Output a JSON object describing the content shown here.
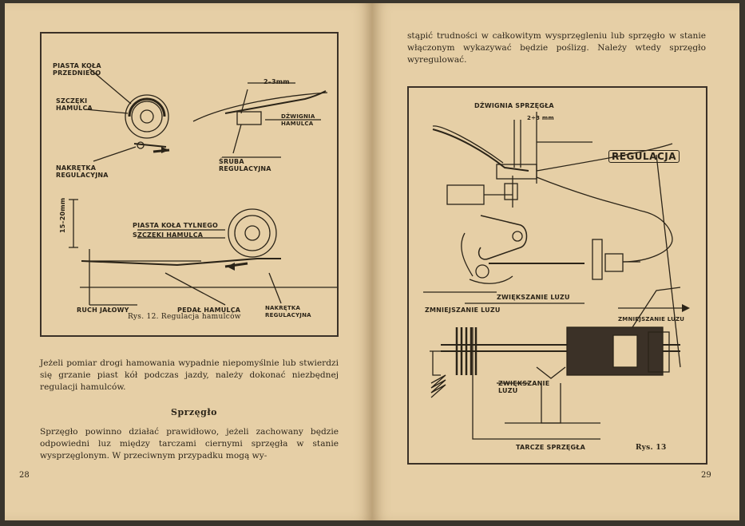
{
  "left_page": {
    "figure": {
      "labels": {
        "front_hub": "PIASTA KOŁA PRZEDNIEGO",
        "brake_shoes": "SZCZĘKI HAMULCA",
        "adjusting_nut": "NAKRĘTKA REGULACYJNA",
        "gap": "2–3mm",
        "lever": "DŹWIGNIA HAMULCA",
        "adjusting_screw": "ŚRUBA REGULACYJNA",
        "pedal_travel": "15–20mm",
        "rear_hub": "PIASTA KOŁA TYLNEGO",
        "rear_brake_shoes": "SZCZĘKI HAMULCA",
        "idle_travel": "RUCH JAŁOWY",
        "brake_pedal": "PEDAŁ HAMULCA",
        "rear_adjusting_nut": "NAKRĘTKA REGULACYJNA"
      },
      "caption": "Rys. 12. Regulacja hamulców"
    },
    "paragraph1": "Jeżeli pomiar drogi hamowania wypadnie niepomyślnie lub stwierdzi się grzanie piast kół podczas jazdy, należy dokonać niezbędnej regulacji hamulców.",
    "section_heading": "Sprzęgło",
    "paragraph2": "Sprzęgło powinno działać prawidłowo, jeżeli zachowany będzie odpowiedni luz między tarczami ciernymi sprzęgła w stanie wysprzęglonym. W przeciwnym przypadku mogą wy-",
    "page_number": "28"
  },
  "right_page": {
    "paragraph": "stąpić trudności w całkowitym wysprzęgleniu lub sprzęgło w stanie włączonym wykazywać będzie poślizg. Należy wtedy sprzęgło wyregulować.",
    "figure": {
      "labels": {
        "clutch_lever": "DŹWIGNIA SPRZĘGŁA",
        "gap": "2÷3 mm",
        "adjustment": "REGULACJA",
        "increase_play": "ZWIĘKSZANIE LUZU",
        "decrease_play": "ZMNIEJSZANIE LUZU",
        "decrease_play_right": "ZMNIEJSZANIE LUZU",
        "increase_play_bottom": "ZWIĘKSZANIE LUZU",
        "clutch_discs": "TARCZE SPRZĘGŁA"
      },
      "caption": "Rys. 13"
    },
    "page_number": "29"
  }
}
